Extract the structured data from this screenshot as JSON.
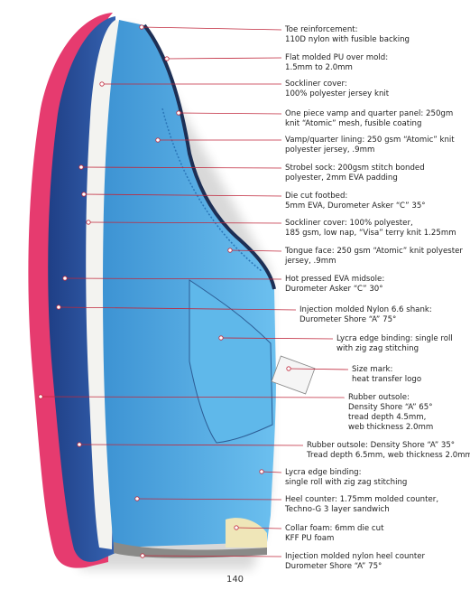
{
  "page_number": "140",
  "shoe": {
    "outsole_color": "#e63b6f",
    "midsole_color": "#2a4f9a",
    "upper_color": "#4aa3dd",
    "lining_color": "#5bb3e6",
    "leader_color": "#c0283c"
  },
  "callouts": [
    {
      "lines": [
        "Toe reinforcement:",
        "110D nylon with fusible backing"
      ]
    },
    {
      "lines": [
        "Flat molded PU over mold:",
        "1.5mm to 2.0mm"
      ]
    },
    {
      "lines": [
        "Sockliner cover:",
        "100% polyester jersey knit"
      ]
    },
    {
      "lines": [
        "One piece vamp and quarter panel: 250gm",
        "knit “Atomic” mesh, fusible coating"
      ]
    },
    {
      "lines": [
        "Vamp/quarter lining: 250 gsm “Atomic” knit",
        "polyester jersey, .9mm"
      ]
    },
    {
      "lines": [
        "Strobel sock: 200gsm stitch bonded",
        "polyester, 2mm EVA padding"
      ]
    },
    {
      "lines": [
        "Die cut footbed:",
        "5mm EVA, Durometer Asker “C” 35°"
      ]
    },
    {
      "lines": [
        "Sockliner cover: 100% polyester,",
        "185 gsm, low nap, “Visa” terry knit 1.25mm"
      ]
    },
    {
      "lines": [
        "Tongue face: 250 gsm “Atomic” knit polyester",
        "jersey, .9mm"
      ]
    },
    {
      "lines": [
        "Hot pressed EVA midsole:",
        "Durometer Asker “C” 30°"
      ]
    },
    {
      "lines": [
        "Injection molded Nylon 6.6 shank:",
        "Durometer Shore “A” 75°"
      ]
    },
    {
      "lines": [
        "Lycra edge binding: single roll",
        "with zig zag stitching"
      ]
    },
    {
      "lines": [
        "Size mark:",
        "heat transfer logo"
      ]
    },
    {
      "lines": [
        "Rubber outsole:",
        "Density Shore “A” 65°",
        "tread depth 4.5mm,",
        "web thickness 2.0mm"
      ]
    },
    {
      "lines": [
        "Rubber outsole: Density Shore “A” 35°",
        "Tread depth 6.5mm, web thickness 2.0mm"
      ]
    },
    {
      "lines": [
        "Lycra edge binding:",
        "single roll with zig zag stitching"
      ]
    },
    {
      "lines": [
        "Heel counter: 1.75mm molded counter,",
        "Techno-G 3 layer sandwich"
      ]
    },
    {
      "lines": [
        "Collar foam: 6mm die cut",
        "KFF PU foam"
      ]
    },
    {
      "lines": [
        "Injection molded nylon heel counter",
        "Durometer Shore “A” 75°"
      ]
    }
  ]
}
